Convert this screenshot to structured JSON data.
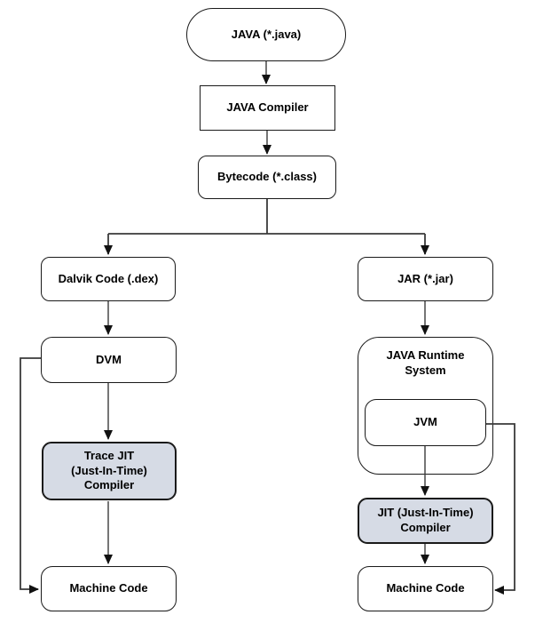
{
  "diagram": {
    "type": "flowchart",
    "description_visible_text_only": true
  },
  "colors": {
    "background": "#ffffff",
    "box_fill": "#ffffff",
    "shaded_box_fill": "#d6dbe5",
    "box_border": "#1a1a1a",
    "connector": "#3a3a3a",
    "arrowhead": "#111111",
    "text_color": "#000000"
  },
  "nodes": {
    "java_source": {
      "label": "JAVA (*.java)",
      "shape": "stadium",
      "shaded": false
    },
    "java_compiler": {
      "label": "JAVA Compiler",
      "shape": "rectangle",
      "shaded": false
    },
    "bytecode": {
      "label": "Bytecode (*.class)",
      "shape": "rounded",
      "shaded": false
    },
    "dalvik_code": {
      "label": "Dalvik Code (.dex)",
      "shape": "rounded",
      "shaded": false
    },
    "jar": {
      "label": "JAR (*.jar)",
      "shape": "rounded",
      "shaded": false
    },
    "dvm": {
      "label": "DVM",
      "shape": "rounded",
      "shaded": false
    },
    "java_runtime_system": {
      "label": "JAVA Runtime\nSystem",
      "shape": "rounded-container",
      "shaded": false
    },
    "jvm": {
      "label": "JVM",
      "shape": "rounded",
      "shaded": false,
      "parent": "java_runtime_system"
    },
    "trace_jit_compiler": {
      "label": "Trace JIT\n(Just-In-Time)\nCompiler",
      "shape": "rounded",
      "shaded": true
    },
    "jit_compiler": {
      "label": "JIT (Just-In-Time)\nCompiler",
      "shape": "rounded",
      "shaded": true
    },
    "machine_code_left": {
      "label": "Machine Code",
      "shape": "rounded",
      "shaded": false
    },
    "machine_code_right": {
      "label": "Machine Code",
      "shape": "rounded",
      "shaded": false
    }
  },
  "edges": [
    {
      "from": "java_source",
      "to": "java_compiler",
      "arrow": true
    },
    {
      "from": "java_compiler",
      "to": "bytecode",
      "arrow": true
    },
    {
      "from": "bytecode",
      "to": "dalvik_code",
      "arrow": true
    },
    {
      "from": "bytecode",
      "to": "jar",
      "arrow": true
    },
    {
      "from": "dalvik_code",
      "to": "dvm",
      "arrow": true
    },
    {
      "from": "jar",
      "to": "java_runtime_system",
      "arrow": true
    },
    {
      "from": "dvm",
      "to": "trace_jit_compiler",
      "arrow": true
    },
    {
      "from": "dvm",
      "to": "machine_code_left",
      "arrow": true,
      "route": "left-side-loop"
    },
    {
      "from": "trace_jit_compiler",
      "to": "machine_code_left",
      "arrow": true
    },
    {
      "from": "jvm",
      "to": "jit_compiler",
      "arrow": true
    },
    {
      "from": "jvm",
      "to": "machine_code_right",
      "arrow": true,
      "route": "right-side-loop"
    },
    {
      "from": "jit_compiler",
      "to": "machine_code_right",
      "arrow": true
    }
  ]
}
